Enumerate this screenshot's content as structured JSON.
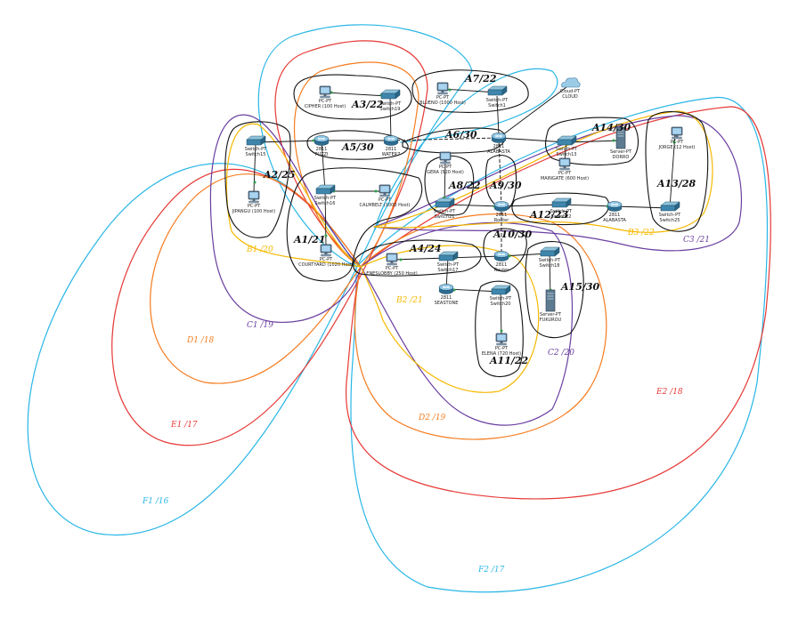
{
  "colors": {
    "blue": "#29b6e6",
    "red": "#e53935",
    "orange": "#f57c1f",
    "purple": "#6a3fa0",
    "yellow": "#f5b800",
    "black": "#111111",
    "link": "#2e9e48"
  },
  "devices": {
    "cipher": {
      "type": "PC-PT",
      "name": "CIPHER (100 Host)"
    },
    "switch19": {
      "type": "Switch-PT",
      "name": "Switch19"
    },
    "blueno": {
      "type": "PC-PT",
      "name": "BLUENO (1000 Host)"
    },
    "switch_top": {
      "type": "Switch-PT",
      "name": "Switch1"
    },
    "cloud": {
      "type": "Cloud-PT",
      "name": "CLOUD"
    },
    "switch15": {
      "type": "Switch-PT",
      "name": "Switch15"
    },
    "puzzi": {
      "type": "2811",
      "name": "PUZZI"
    },
    "water7": {
      "type": "2811",
      "name": "WATER7"
    },
    "alabasta_core": {
      "type": "2811",
      "name": "ALABASTA"
    },
    "switch13": {
      "type": "Switch-PT",
      "name": "Switch13"
    },
    "dorro": {
      "type": "Server-PT",
      "name": "DORRO"
    },
    "jorge": {
      "type": "PC-PT",
      "name": "JORGE (12 Host)"
    },
    "jipangu": {
      "type": "PC-PT",
      "name": "JIPANGU (100 Host)"
    },
    "switch16": {
      "type": "Switch-PT",
      "name": "Switch16"
    },
    "calmbelt": {
      "type": "PC-PT",
      "name": "CALMBELT (1000 Host)"
    },
    "gera": {
      "type": "PC-PT",
      "name": "GERA (520 Host)"
    },
    "maingate": {
      "type": "PC-PT",
      "name": "MAINGATE (600 Host)"
    },
    "switch21": {
      "type": "Switch-PT",
      "name": "Switch21"
    },
    "r_center": {
      "type": "2811",
      "name": "Router"
    },
    "switch22": {
      "type": "Switch-PT",
      "name": "Switch22"
    },
    "alabasta": {
      "type": "2811",
      "name": "ALABASTA"
    },
    "switch25": {
      "type": "Switch-PT",
      "name": "Switch25"
    },
    "courtyard": {
      "type": "PC-PT",
      "name": "COURTYARD (1020 Host)"
    },
    "eneslobby": {
      "type": "PC-PT",
      "name": "ENESLOBBY (250 Host)"
    },
    "switch17": {
      "type": "Switch-PT",
      "name": "Switch17"
    },
    "r_low": {
      "type": "2811",
      "name": "Router"
    },
    "switch18": {
      "type": "Switch-PT",
      "name": "Switch18"
    },
    "seastone": {
      "type": "2811",
      "name": "SEASTONE"
    },
    "switch20": {
      "type": "Switch-PT",
      "name": "Switch20"
    },
    "fukurou": {
      "type": "Server-PT",
      "name": "FUKUROU"
    },
    "elena": {
      "type": "PC-PT",
      "name": "ELENA (720 Host)"
    }
  },
  "subnets": {
    "a1": "A1/21",
    "a2": "A2/25",
    "a3": "A3/22",
    "a4": "A4/24",
    "a5": "A5/30",
    "a6": "A6/30",
    "a7": "A7/22",
    "a8": "A8/22",
    "a9": "A9/30",
    "a10": "A10/30",
    "a11": "A11/22",
    "a12": "A12/23",
    "a13": "A13/28",
    "a14": "A14/30",
    "a15": "A15/30"
  },
  "groups": {
    "b1": "B1 /20",
    "b2": "B2 /21",
    "b3": "B3 /22",
    "c1": "C1 /19",
    "c2": "C2 /20",
    "c3": "C3 /21",
    "d1": "D1 /18",
    "d2": "D2 /19",
    "e1": "E1 /17",
    "e2": "E2 /18",
    "f1": "F1 /16",
    "f2": "F2 /17"
  }
}
